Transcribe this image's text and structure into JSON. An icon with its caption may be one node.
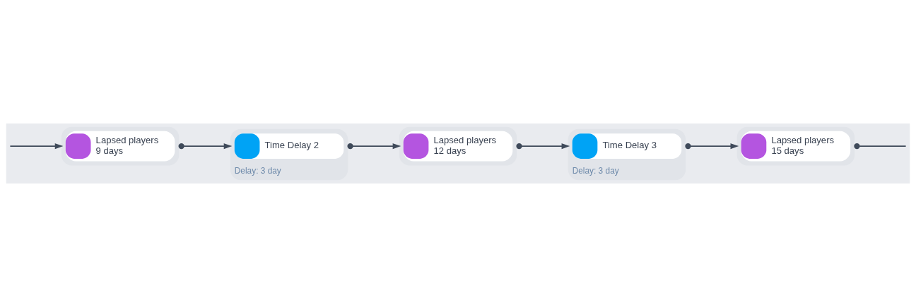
{
  "diagram": {
    "nodes": [
      {
        "text": [
          "Lapsed players 9 days"
        ]
      },
      {
        "text": [
          "Time Delay 2",
          "Delay: 3 day"
        ]
      },
      {
        "text": [
          "Lapsed players 12 days"
        ]
      },
      {
        "text": [
          "Time Delay 3",
          "Delay: 3 day"
        ]
      },
      {
        "text": [
          "Lapsed players 15 days"
        ]
      }
    ],
    "edges": [
      {
        "from": null,
        "to": 0,
        "arrow": "to"
      },
      {
        "from": 0,
        "to": 1,
        "arrow": "to"
      },
      {
        "from": 1,
        "to": 2,
        "arrow": "to"
      },
      {
        "from": 2,
        "to": 3,
        "arrow": "to"
      },
      {
        "from": 3,
        "to": 4,
        "arrow": "to"
      },
      {
        "from": 4,
        "to": null,
        "arrow": "other"
      }
    ]
  }
}
